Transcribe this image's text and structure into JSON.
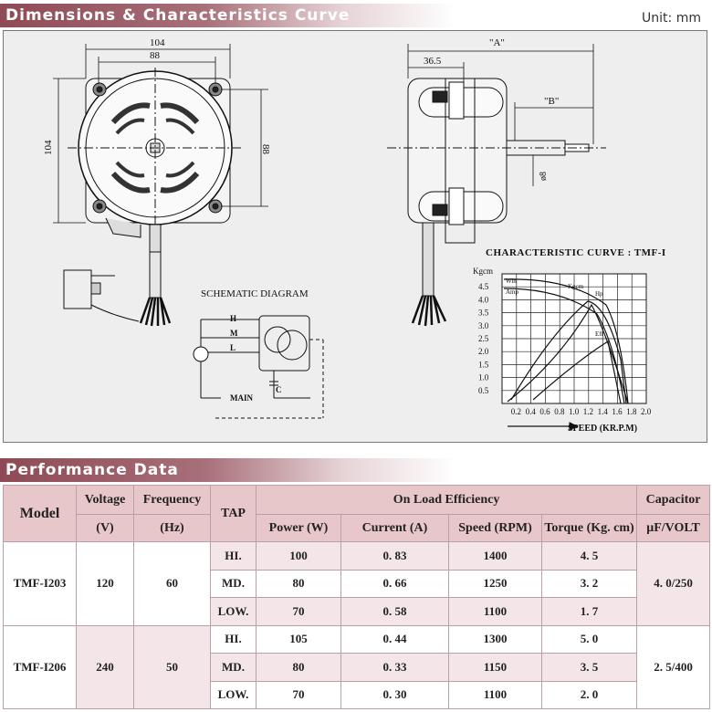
{
  "header": {
    "section1_title": "Dimensions & Characteristics Curve",
    "unit": "Unit: mm",
    "section2_title": "Performance Data"
  },
  "front_view": {
    "dim_104_top": "104",
    "dim_88_top": "88",
    "dim_104_left": "104",
    "dim_88_right": "88"
  },
  "side_view": {
    "dim_A": "\"A\"",
    "dim_365": "36.5",
    "dim_B": "\"B\"",
    "dim_phi8": "ø8"
  },
  "schematic": {
    "title": "SCHEMATIC DIAGRAM",
    "labels": [
      "H",
      "M",
      "L",
      "C",
      "MAIN"
    ]
  },
  "curve": {
    "title": "CHARACTERISTIC CURVE : TMF-I",
    "ylabel": "Kgcm",
    "xlabel": "SPEED (KR.P.M)",
    "yticks": [
      "4.5",
      "4.0",
      "3.5",
      "3.0",
      "2.5",
      "2.0",
      "1.5",
      "1.0",
      "0.5"
    ],
    "xticks": [
      "0.2",
      "0.4",
      "0.6",
      "0.8",
      "1.0",
      "1.2",
      "1.4",
      "1.6",
      "1.8",
      "2.0"
    ],
    "curve_labels": [
      "Win",
      "Amp",
      "Kgcm",
      "Hp",
      "Eff"
    ]
  },
  "table": {
    "headers": {
      "model": "Model",
      "voltage": "Voltage",
      "voltage_unit": "(V)",
      "frequency": "Frequency",
      "frequency_unit": "(Hz)",
      "tap": "TAP",
      "on_load": "On Load  Efficiency",
      "power": "Power (W)",
      "current": "Current (A)",
      "speed": "Speed (RPM)",
      "torque": "Torque (Kg. cm)",
      "capacitor": "Capacitor",
      "capacitor_unit": "μF/VOLT"
    },
    "models": [
      {
        "model": "TMF-I203",
        "voltage": "120",
        "frequency": "60",
        "capacitor": "4. 0/250",
        "rows": [
          {
            "tap": "HI.",
            "power": "100",
            "current": "0. 83",
            "speed": "1400",
            "torque": "4. 5"
          },
          {
            "tap": "MD.",
            "power": "80",
            "current": "0. 66",
            "speed": "1250",
            "torque": "3. 2"
          },
          {
            "tap": "LOW.",
            "power": "70",
            "current": "0. 58",
            "speed": "1100",
            "torque": "1. 7"
          }
        ]
      },
      {
        "model": "TMF-I206",
        "voltage": "240",
        "frequency": "50",
        "capacitor": "2. 5/400",
        "rows": [
          {
            "tap": "HI.",
            "power": "105",
            "current": "0. 44",
            "speed": "1300",
            "torque": "5. 0"
          },
          {
            "tap": "MD.",
            "power": "80",
            "current": "0. 33",
            "speed": "1150",
            "torque": "3. 5"
          },
          {
            "tap": "LOW.",
            "power": "70",
            "current": "0. 30",
            "speed": "1100",
            "torque": "2. 0"
          }
        ]
      }
    ]
  }
}
